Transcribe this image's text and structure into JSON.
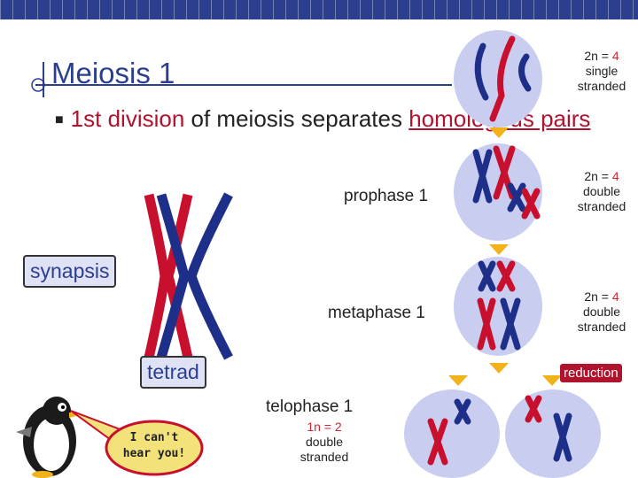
{
  "slide": {
    "title": "Meiosis 1",
    "bullet": {
      "pre": "1st division",
      "mid": " of meiosis separates ",
      "post": "homologous pairs"
    }
  },
  "labels": {
    "prophase": "prophase 1",
    "synapsis": "synapsis",
    "metaphase": "metaphase 1",
    "tetrad": "tetrad",
    "telophase": "telophase 1",
    "reduction": "reduction"
  },
  "notes": [
    {
      "a": "2n = ",
      "b": "4",
      "c": "single",
      "d": "stranded"
    },
    {
      "a": "2n = ",
      "b": "4",
      "c": "double",
      "d": "stranded"
    },
    {
      "a": "2n = ",
      "b": "4",
      "c": "double",
      "d": "stranded"
    }
  ],
  "telophase_note": {
    "a": "1n = 2",
    "b": "double",
    "c": "stranded"
  },
  "speech": {
    "line1": "I can't",
    "line2": "hear you!"
  },
  "colors": {
    "maternal": "#c8102e",
    "paternal": "#1e2f8a",
    "cell": "#c9cdf0",
    "arrow": "#f2b21a"
  }
}
